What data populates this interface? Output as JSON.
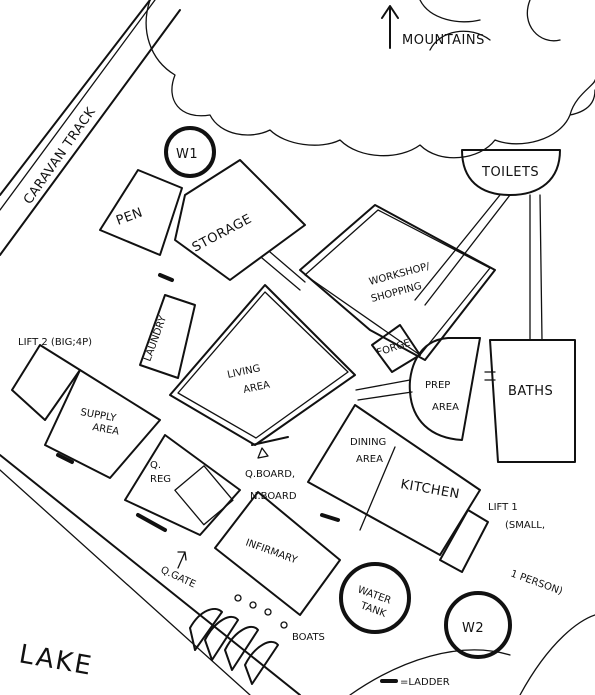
{
  "labels": {
    "mountains": "MOUNTAINS",
    "caravan_track": "CARAVAN TRACK",
    "w1": "W1",
    "w2": "W2",
    "pen": "PEN",
    "storage": "STORAGE",
    "toilets": "TOILETS",
    "workshop_line1": "WORKSHOP/",
    "workshop_line2": "SHOPPING",
    "forge": "FORGE",
    "laundry": "LAUNDRY",
    "living_line1": "LIVING",
    "living_line2": "AREA",
    "lift2": "LIFT 2 (BIG;4P)",
    "supply_line1": "SUPPLY",
    "supply_line2": "AREA",
    "prep_line1": "PREP",
    "prep_line2": "AREA",
    "baths": "BATHS",
    "dining_line1": "DINING",
    "dining_line2": "AREA",
    "kitchen": "KITCHEN",
    "qreg_line1": "Q.",
    "qreg_line2": "REG",
    "qboard": "Q.BOARD,",
    "nboard": "N.BOARD",
    "lift1_line1": "LIFT 1",
    "lift1_line2": "(SMALL,",
    "lift1_line3": "1 PERSON)",
    "infirmary": "INFIRMARY",
    "water_line1": "WATER",
    "water_line2": "TANK",
    "qgate": "Q.GATE",
    "boats": "BOATS",
    "lake": "LAKE",
    "ladder_legend": "=LADDER"
  }
}
